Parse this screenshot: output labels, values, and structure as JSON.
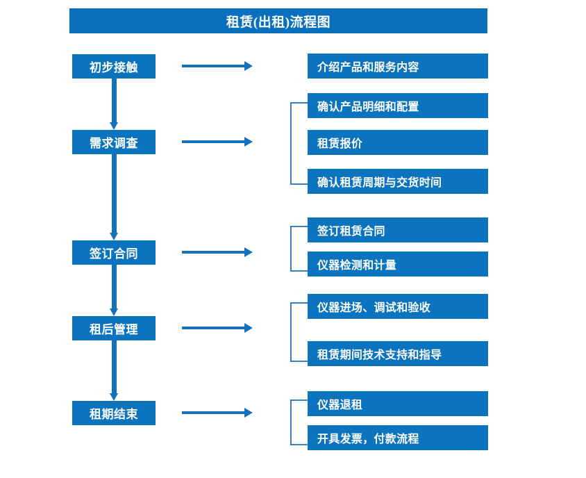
{
  "diagram": {
    "title": "租赁(出租)流程图",
    "colors": {
      "title_bar": "#0a70be",
      "box_fill": "#0c74be",
      "box_text": "#ffffff",
      "arrow": "#1472bd",
      "bracket": "#3a7fc1",
      "background": "#ffffff"
    },
    "stages": [
      {
        "id": "stage-1",
        "label": "初步接触",
        "details": [
          "介绍产品和服务内容"
        ],
        "bracket": false
      },
      {
        "id": "stage-2",
        "label": "需求调查",
        "details": [
          "确认产品明细和配置",
          "租赁报价",
          "确认租赁周期与交货时间"
        ],
        "bracket": true
      },
      {
        "id": "stage-3",
        "label": "签订合同",
        "details": [
          "签订租赁合同",
          "仪器检测和计量"
        ],
        "bracket": true
      },
      {
        "id": "stage-4",
        "label": "租后管理",
        "details": [
          "仪器进场、调试和验收",
          "租赁期间技术支持和指导"
        ],
        "bracket": true
      },
      {
        "id": "stage-5",
        "label": "租期结束",
        "details": [
          "仪器退租",
          "开具发票，付款流程"
        ],
        "bracket": true
      }
    ]
  }
}
